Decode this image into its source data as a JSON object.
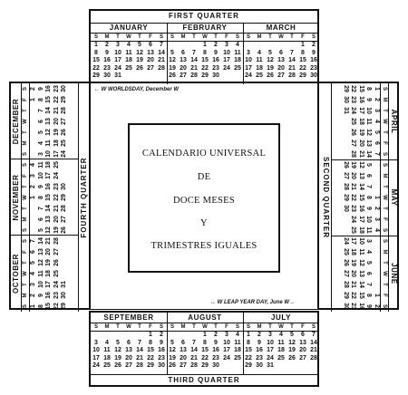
{
  "quarters": {
    "first": "FIRST QUARTER",
    "second": "SECOND QUARTER",
    "third": "THIRD QUARTER",
    "fourth": "FOURTH QUARTER"
  },
  "weekdays": [
    "S",
    "M",
    "T",
    "W",
    "T",
    "F",
    "S"
  ],
  "month_names": {
    "jan": "JANUARY",
    "feb": "FEBRUARY",
    "mar": "MARCH",
    "apr": "APRIL",
    "may": "MAY",
    "jun": "JUNE",
    "jul": "JULY",
    "aug": "AUGUST",
    "sep": "SEPTEMBER",
    "oct": "OCTOBER",
    "nov": "NOVEMBER",
    "dec": "DECEMBER"
  },
  "grids": {
    "a": [
      "1",
      "2",
      "3",
      "4",
      "5",
      "6",
      "7",
      "8",
      "9",
      "10",
      "11",
      "12",
      "13",
      "14",
      "15",
      "16",
      "17",
      "18",
      "19",
      "20",
      "21",
      "22",
      "23",
      "24",
      "25",
      "26",
      "27",
      "28",
      "29",
      "30",
      "31",
      "",
      "",
      "",
      ""
    ],
    "b": [
      "",
      "",
      "",
      "1",
      "2",
      "3",
      "4",
      "5",
      "6",
      "7",
      "8",
      "9",
      "10",
      "11",
      "12",
      "13",
      "14",
      "15",
      "16",
      "17",
      "18",
      "19",
      "20",
      "21",
      "22",
      "23",
      "24",
      "25",
      "26",
      "27",
      "28",
      "29",
      "30",
      "",
      ""
    ],
    "c": [
      "",
      "",
      "",
      "",
      "",
      "1",
      "2",
      "3",
      "4",
      "5",
      "6",
      "7",
      "8",
      "9",
      "10",
      "11",
      "12",
      "13",
      "14",
      "15",
      "16",
      "17",
      "18",
      "19",
      "20",
      "21",
      "22",
      "23",
      "24",
      "25",
      "26",
      "27",
      "28",
      "29",
      "30"
    ]
  },
  "center": {
    "line1": "CALENDARIO UNIVERSAL",
    "line2": "DE",
    "line3": "DOCE MESES",
    "line4": "Y",
    "line5": "TRIMESTRES IGUALES"
  },
  "notes": {
    "worldsday": "← W WORLDSDAY, December W",
    "leapyear": "↔ W LEAP YEAR DAY, June W→"
  }
}
